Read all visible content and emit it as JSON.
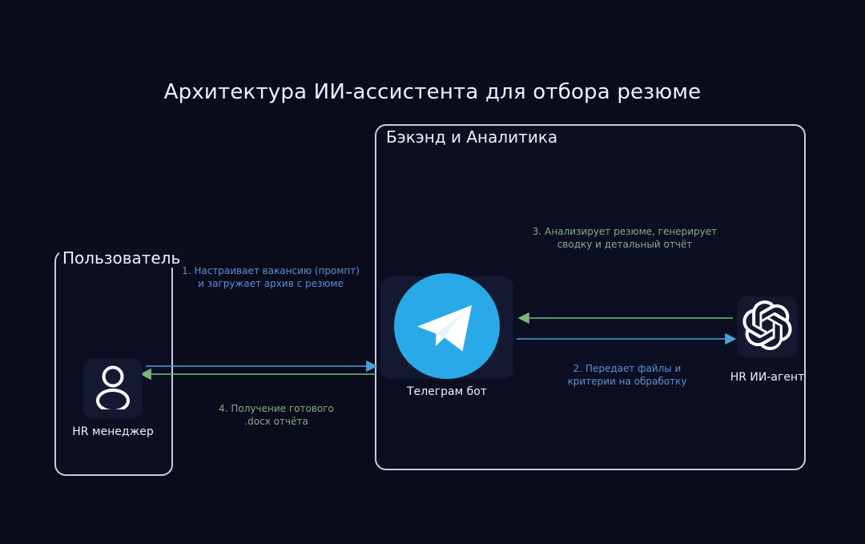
{
  "page": {
    "title": "Архитектура ИИ-ассистента для отбора резюме",
    "background_color": "#0a0c1c"
  },
  "groups": {
    "user": {
      "label": "Пользователь"
    },
    "backend": {
      "label": "Бэкэнд и Аналитика"
    }
  },
  "nodes": {
    "hr_manager": {
      "caption": "HR менеджер",
      "icon": "person-icon"
    },
    "telegram_bot": {
      "caption": "Телеграм бот",
      "icon": "telegram-icon",
      "color": "#29a9e8"
    },
    "ai_agent": {
      "caption": "HR ИИ-агент",
      "icon": "openai-icon",
      "color": "#ffffff"
    }
  },
  "edges": {
    "colors": {
      "blue": "#4a9fd8",
      "green": "#7ab87a"
    },
    "e1": {
      "line1": "1. Настраивает вакансию (промпт)",
      "line2": "и загружает архив с резюме",
      "color": "#5d8fd6"
    },
    "e2": {
      "line1": "2. Передает файлы и",
      "line2": "критерии на обработку",
      "color": "#5d8fd6"
    },
    "e3": {
      "line1": "3. Анализирует резюме, генерирует",
      "line2": "сводку и детальный отчёт",
      "color": "#86ab86"
    },
    "e4": {
      "line1": "4. Получение готового",
      "line2": ".docx отчёта",
      "color": "#86ab86"
    }
  }
}
